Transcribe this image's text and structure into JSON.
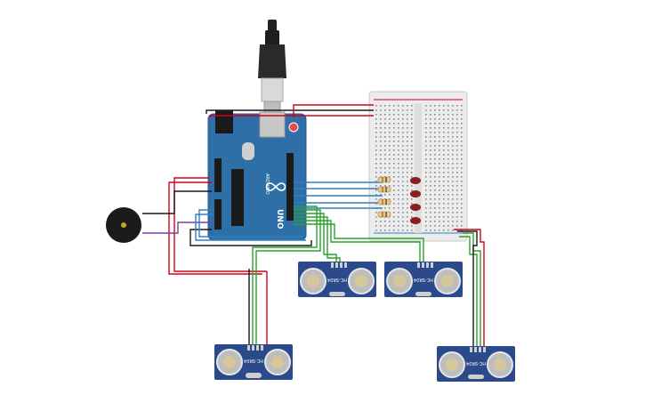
{
  "colors": {
    "board": "#2f6fa8",
    "board_dark": "#24598a",
    "sensor": "#2a4a8c",
    "wire_red": "#d0021b",
    "wire_black": "#1a1a1a",
    "wire_blue": "#2d7fc4",
    "wire_green": "#2ba12b",
    "wire_purple": "#7b3fa0",
    "led": "#8b1d1d",
    "breadboard": "#ececec"
  },
  "arduino": {
    "logo_text": "UNO",
    "brand_text": "ARDUINO",
    "icon": "arduino-infinity-icon"
  },
  "sensors": [
    {
      "label": "HC-SR04"
    },
    {
      "label": "HC-SR04"
    },
    {
      "label": "HC-SR04"
    },
    {
      "label": "HC-SR04"
    }
  ],
  "leds_count": 4,
  "resistors_count": 4
}
